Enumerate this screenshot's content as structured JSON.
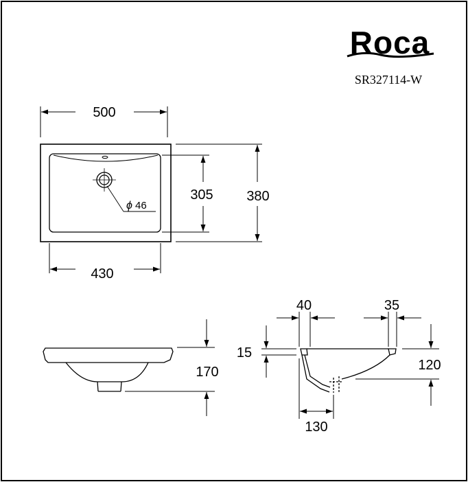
{
  "brand": {
    "logo_text": "Roca",
    "model_code": "SR327114-W"
  },
  "top_view": {
    "overall_width": "500",
    "bowl_width": "430",
    "overall_depth": "380",
    "bowl_depth": "305",
    "drain_diameter": "46",
    "diameter_symbol": "ϕ"
  },
  "front_view": {
    "height": "170"
  },
  "side_view": {
    "rim_left": "40",
    "rim_right": "35",
    "rim_thickness": "15",
    "bowl_depth": "120",
    "drain_offset": "130"
  }
}
